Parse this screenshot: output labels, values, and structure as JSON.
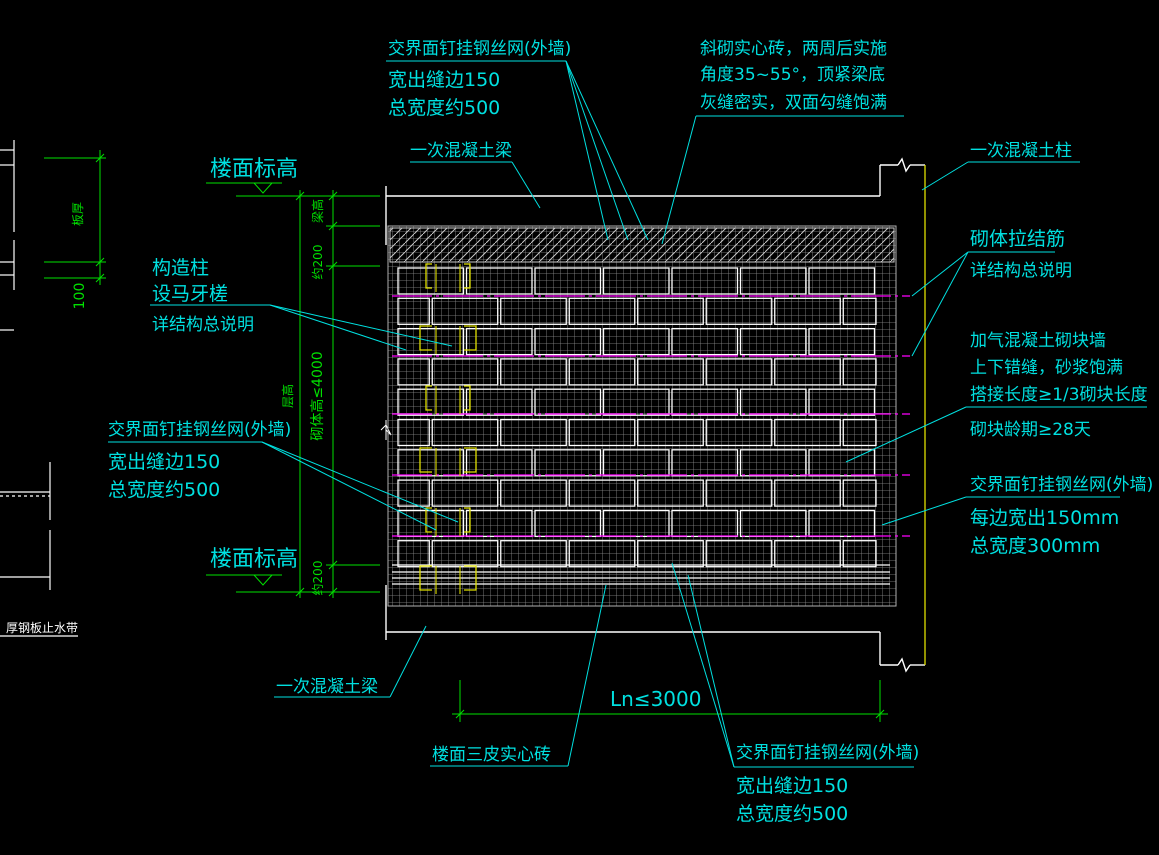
{
  "drawing": {
    "labels": {
      "mesh_top_title": "交界面钉挂钢丝网(外墙)",
      "mesh_top_l1": "宽出缝边150",
      "mesh_top_l2": "总宽度约500",
      "diag_brick_l1": "斜砌实心砖，两周后实施",
      "diag_brick_l2": "角度35~55°，顶紧梁底",
      "diag_brick_l3": "灰缝密实，双面勾缝饱满",
      "beam_top": "一次混凝土梁",
      "column": "一次混凝土柱",
      "floor_level_top": "楼面标高",
      "floor_level_bottom": "楼面标高",
      "tie_bar_title": "砌体拉结筋",
      "tie_bar_note": "详结构总说明",
      "gz_l1": "构造柱",
      "gz_l2": "设马牙槎",
      "gz_l3": "详结构总说明",
      "aac_l1": "加气混凝土砌块墙",
      "aac_l2": "上下错缝，砂浆饱满",
      "aac_l3": "搭接长度≥1/3砌块长度",
      "aac_l4": "砌块龄期≥28天",
      "mesh_left_title": "交界面钉挂钢丝网(外墙)",
      "mesh_left_l1": "宽出缝边150",
      "mesh_left_l2": "总宽度约500",
      "mesh_right_title": "交界面钉挂钢丝网(外墙)",
      "mesh_right_l1": "每边宽出150mm",
      "mesh_right_l2": "总宽度300mm",
      "beam_bottom": "一次混凝土梁",
      "span": "Ln≤3000",
      "solid_brick": "楼面三皮实心砖",
      "mesh_bottom_title": "交界面钉挂钢丝网(外墙)",
      "mesh_bottom_l1": "宽出缝边150",
      "mesh_bottom_l2": "总宽度约500",
      "dim_beam_h": "梁高",
      "dim_200_top": "约200",
      "dim_200_bot": "约200",
      "dim_floor_h": "层高",
      "dim_wall_h": "砌体高≤4000",
      "left_dim_100": "100",
      "left_dim_label": "板厚",
      "left_note": "厚钢板止水带"
    },
    "colors": {
      "background": "#000000",
      "annotation": "#00e0e0",
      "geometry": "#ffffff",
      "dimension": "#00e000",
      "tie_bar": "#ff00ff",
      "column_teeth": "#e0e000",
      "mesh": "#909090"
    }
  }
}
